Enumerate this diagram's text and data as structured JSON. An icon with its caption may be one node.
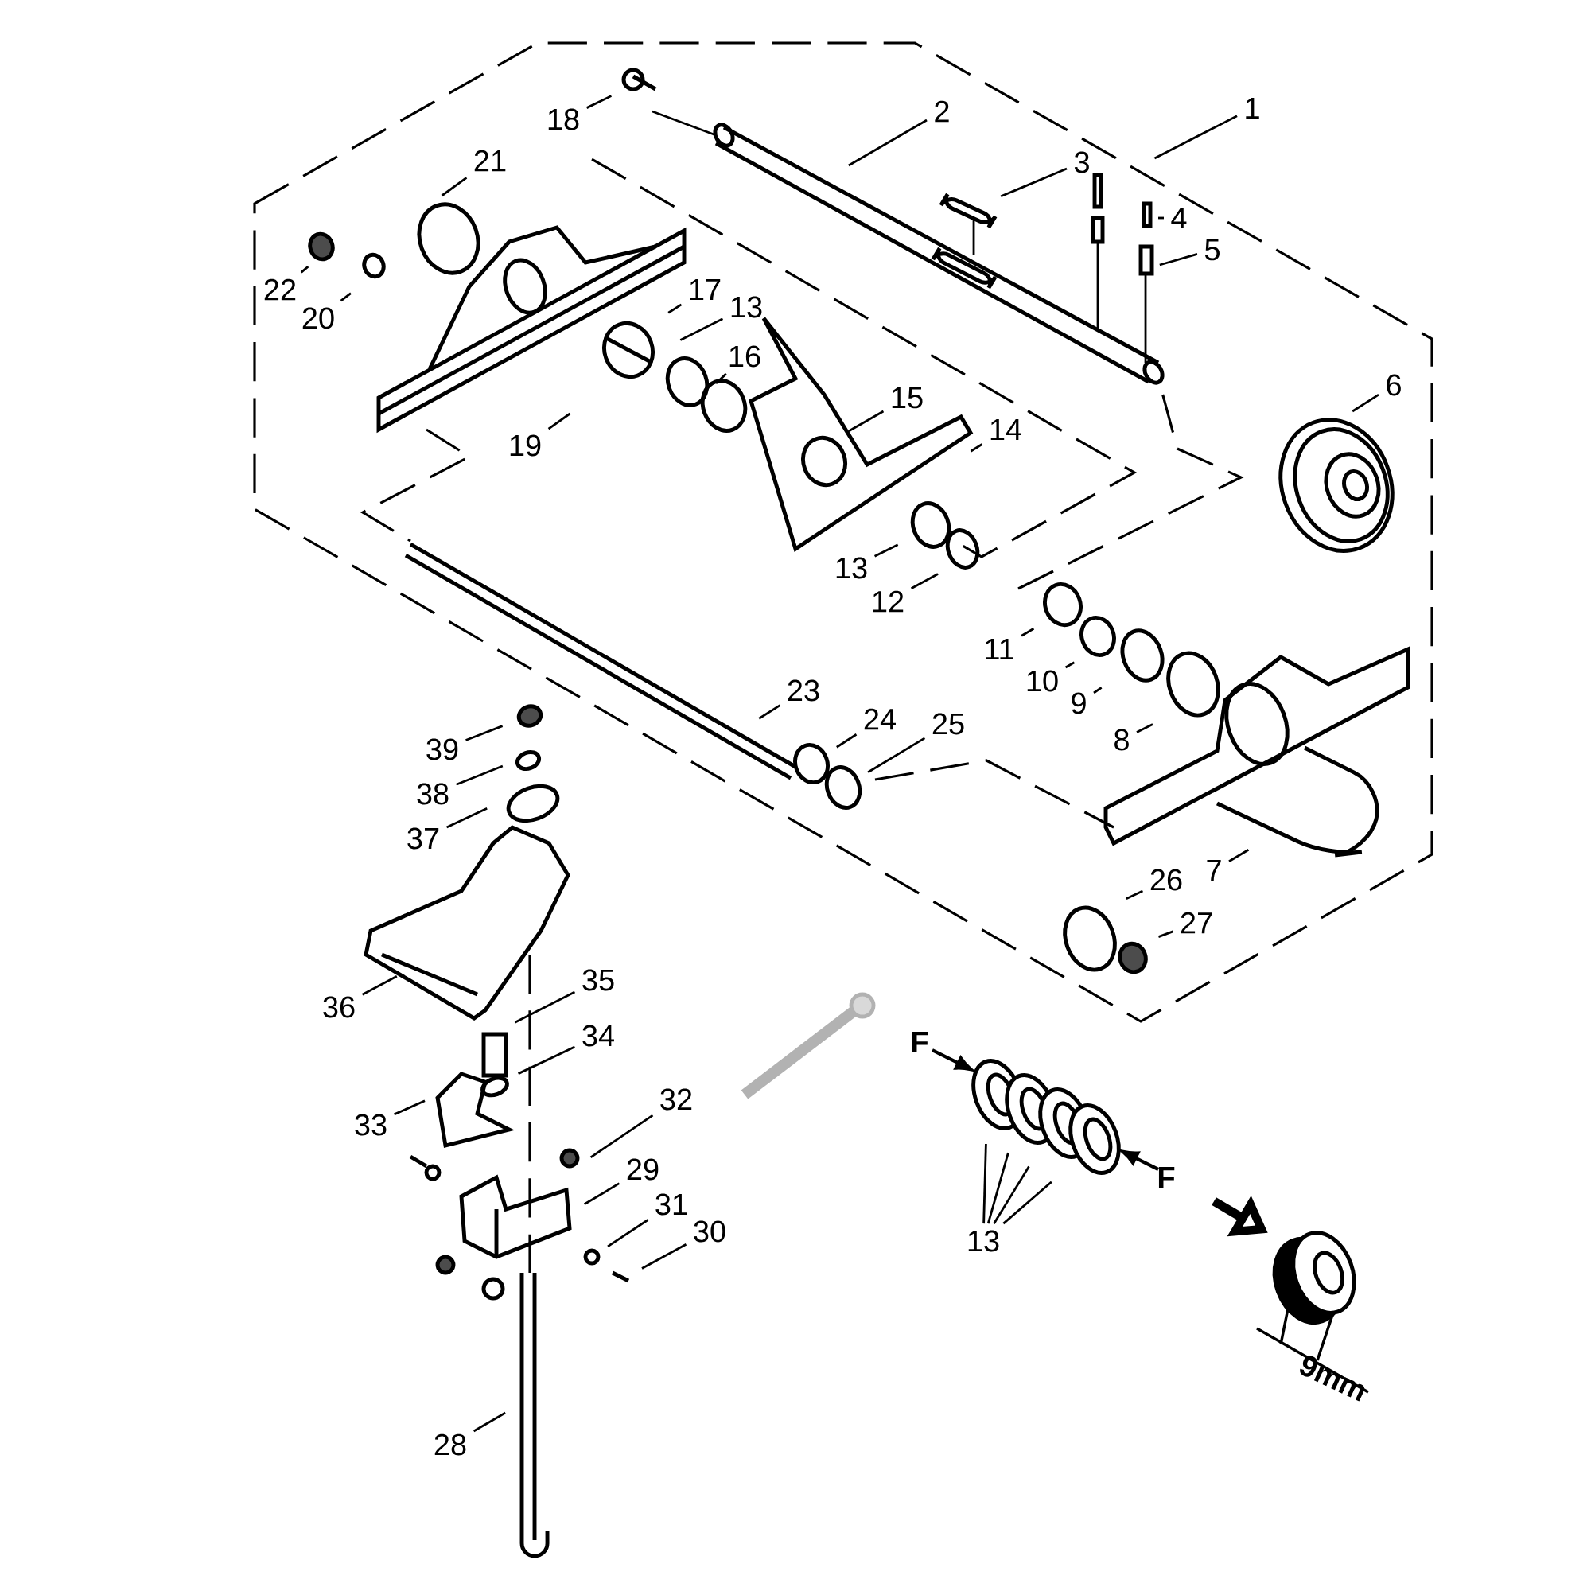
{
  "diagram": {
    "nodes": [
      {
        "text": [
          "1"
        ]
      },
      {
        "text": [
          "2"
        ]
      },
      {
        "text": [
          "3"
        ]
      },
      {
        "text": [
          "4"
        ]
      },
      {
        "text": [
          "5"
        ]
      },
      {
        "text": [
          "6"
        ]
      },
      {
        "text": [
          "7"
        ]
      },
      {
        "text": [
          "8"
        ]
      },
      {
        "text": [
          "9"
        ]
      },
      {
        "text": [
          "10"
        ]
      },
      {
        "text": [
          "11"
        ]
      },
      {
        "text": [
          "12"
        ]
      },
      {
        "text": [
          "13"
        ]
      },
      {
        "text": [
          "13"
        ]
      },
      {
        "text": [
          "14"
        ]
      },
      {
        "text": [
          "15"
        ]
      },
      {
        "text": [
          "16"
        ]
      },
      {
        "text": [
          "17"
        ]
      },
      {
        "text": [
          "18"
        ]
      },
      {
        "text": [
          "19"
        ]
      },
      {
        "text": [
          "20"
        ]
      },
      {
        "text": [
          "21"
        ]
      },
      {
        "text": [
          "22"
        ]
      },
      {
        "text": [
          "23"
        ]
      },
      {
        "text": [
          "24"
        ]
      },
      {
        "text": [
          "25"
        ]
      },
      {
        "text": [
          "26"
        ]
      },
      {
        "text": [
          "27"
        ]
      },
      {
        "text": [
          "28"
        ]
      },
      {
        "text": [
          "29"
        ]
      },
      {
        "text": [
          "30"
        ]
      },
      {
        "text": [
          "31"
        ]
      },
      {
        "text": [
          "32"
        ]
      },
      {
        "text": [
          "33"
        ]
      },
      {
        "text": [
          "34"
        ]
      },
      {
        "text": [
          "35"
        ]
      },
      {
        "text": [
          "36"
        ]
      },
      {
        "text": [
          "37"
        ]
      },
      {
        "text": [
          "38"
        ]
      },
      {
        "text": [
          "39"
        ]
      },
      {
        "text": [
          "13"
        ]
      }
    ],
    "edges": [
      {
        "from": 0,
        "to": null,
        "arrow": "none"
      },
      {
        "from": 1,
        "to": null,
        "arrow": "none"
      },
      {
        "from": 2,
        "to": null,
        "arrow": "none"
      },
      {
        "from": 3,
        "to": null,
        "arrow": "none"
      },
      {
        "from": 4,
        "to": null,
        "arrow": "none"
      },
      {
        "from": 5,
        "to": null,
        "arrow": "none"
      },
      {
        "from": 6,
        "to": null,
        "arrow": "none"
      },
      {
        "from": 7,
        "to": null,
        "arrow": "none"
      },
      {
        "from": 8,
        "to": null,
        "arrow": "none"
      },
      {
        "from": 9,
        "to": null,
        "arrow": "none"
      },
      {
        "from": 10,
        "to": null,
        "arrow": "none"
      },
      {
        "from": 11,
        "to": null,
        "arrow": "none"
      },
      {
        "from": 12,
        "to": null,
        "arrow": "none"
      },
      {
        "from": 13,
        "to": null,
        "arrow": "none"
      },
      {
        "from": 14,
        "to": null,
        "arrow": "none"
      },
      {
        "from": 15,
        "to": null,
        "arrow": "none"
      },
      {
        "from": 16,
        "to": null,
        "arrow": "none"
      },
      {
        "from": 17,
        "to": null,
        "arrow": "none"
      },
      {
        "from": 18,
        "to": null,
        "arrow": "none"
      },
      {
        "from": 19,
        "to": null,
        "arrow": "none"
      },
      {
        "from": 20,
        "to": null,
        "arrow": "none"
      },
      {
        "from": 21,
        "to": null,
        "arrow": "none"
      },
      {
        "from": 22,
        "to": null,
        "arrow": "none"
      },
      {
        "from": 23,
        "to": null,
        "arrow": "none"
      },
      {
        "from": 24,
        "to": null,
        "arrow": "none"
      },
      {
        "from": 25,
        "to": null,
        "arrow": "none"
      },
      {
        "from": 26,
        "to": null,
        "arrow": "none"
      },
      {
        "from": 27,
        "to": null,
        "arrow": "none"
      },
      {
        "from": 28,
        "to": null,
        "arrow": "none"
      },
      {
        "from": 29,
        "to": null,
        "arrow": "none"
      },
      {
        "from": 30,
        "to": null,
        "arrow": "none"
      },
      {
        "from": 31,
        "to": null,
        "arrow": "none"
      },
      {
        "from": 32,
        "to": null,
        "arrow": "none"
      },
      {
        "from": 33,
        "to": null,
        "arrow": "none"
      },
      {
        "from": 34,
        "to": null,
        "arrow": "none"
      },
      {
        "from": 35,
        "to": null,
        "arrow": "none"
      },
      {
        "from": 36,
        "to": null,
        "arrow": "none"
      },
      {
        "from": 37,
        "to": null,
        "arrow": "none"
      },
      {
        "from": 38,
        "to": null,
        "arrow": "none"
      },
      {
        "from": 39,
        "to": null,
        "arrow": "none"
      },
      {
        "from": 40,
        "to": null,
        "arrow": "none"
      },
      {
        "from": 40,
        "to": null,
        "arrow": "none"
      },
      {
        "from": 40,
        "to": null,
        "arrow": "none"
      },
      {
        "from": 40,
        "to": null,
        "arrow": "none"
      }
    ],
    "labels": [
      "F",
      "F",
      "9mm"
    ]
  }
}
